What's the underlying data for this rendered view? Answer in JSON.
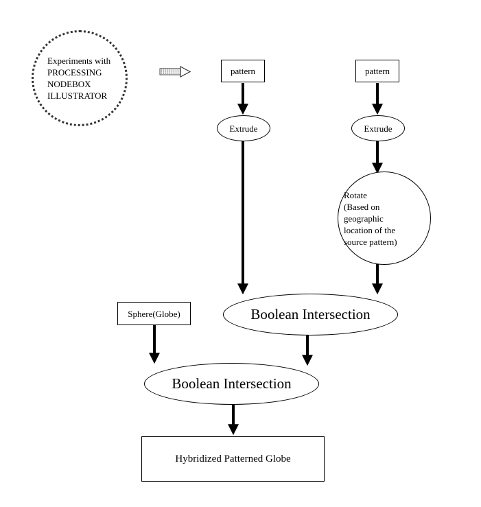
{
  "diagram": {
    "tools_note": {
      "lines": [
        "Experiments with",
        "PROCESSING",
        "NODEBOX",
        "ILLUSTRATOR"
      ]
    },
    "left_branch": {
      "pattern_label": "pattern",
      "extrude_label": "Extrude"
    },
    "right_branch": {
      "pattern_label": "pattern",
      "extrude_label": "Extrude",
      "rotate_label": "Rotate\n(Based on\ngeographic\nlocation of the\nsource pattern)"
    },
    "sphere_label": "Sphere(Globe)",
    "boolean_intersection_top": "Boolean Intersection",
    "boolean_intersection_bottom": "Boolean Intersection",
    "result_label": "Hybridized Patterned Globe"
  }
}
